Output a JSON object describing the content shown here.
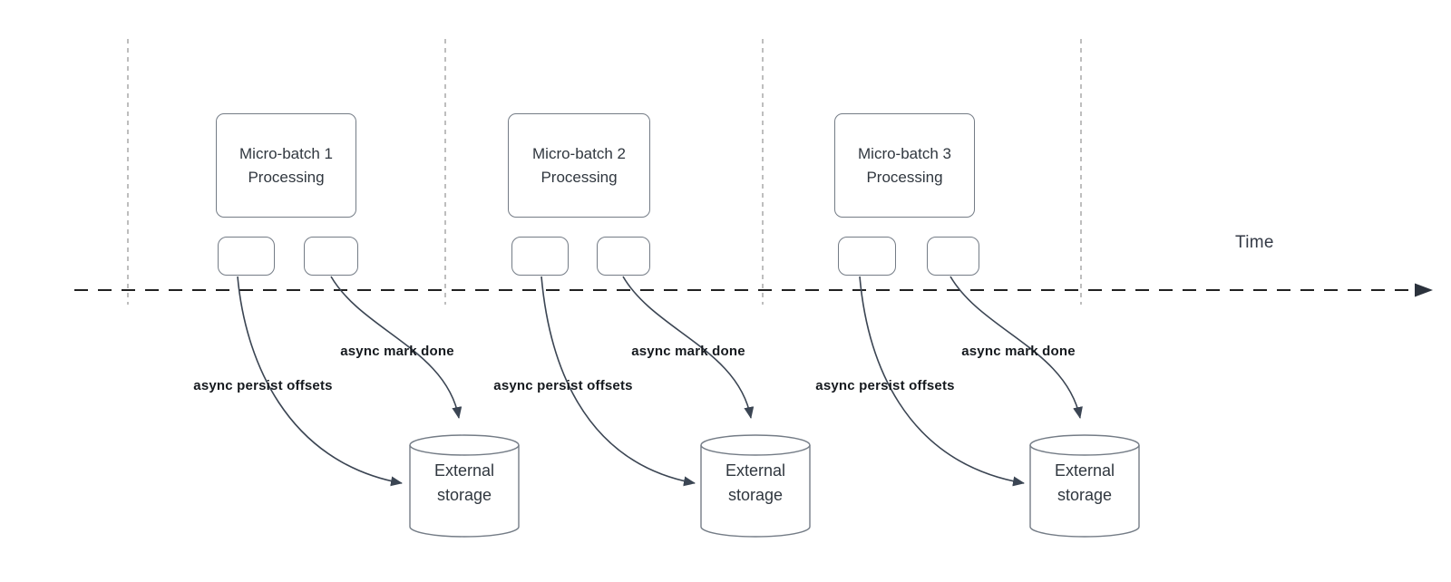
{
  "diagram": {
    "time_axis_label": "Time",
    "groups": [
      {
        "title_line1": "Micro-batch 1",
        "title_line2": "Processing",
        "persist_label": "async persist offsets",
        "mark_done_label": "async mark done",
        "storage_line1": "External",
        "storage_line2": "storage"
      },
      {
        "title_line1": "Micro-batch 2",
        "title_line2": "Processing",
        "persist_label": "async persist offsets",
        "mark_done_label": "async mark done",
        "storage_line1": "External",
        "storage_line2": "storage"
      },
      {
        "title_line1": "Micro-batch 3",
        "title_line2": "Processing",
        "persist_label": "async persist offsets",
        "mark_done_label": "async mark done",
        "storage_line1": "External",
        "storage_line2": "storage"
      }
    ],
    "colors": {
      "background": "#ffffff",
      "connector": "#3b4553",
      "timeline": "#212121",
      "gridline": "#a8a8a8",
      "shape_border": "#747c86",
      "shape_text": "#30373f",
      "label_text": "#15191e"
    }
  }
}
